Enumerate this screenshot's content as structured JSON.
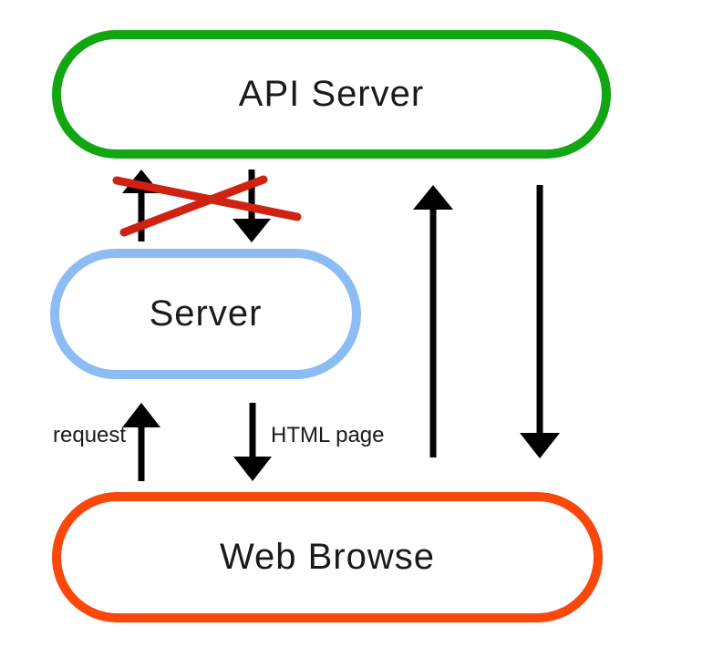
{
  "diagram": {
    "type": "architecture-flow",
    "nodes": [
      {
        "id": "api-server",
        "label": "API Server",
        "border_color": "#12a712",
        "shape": "pill"
      },
      {
        "id": "server",
        "label": "Server",
        "border_color": "#8cbcf4",
        "shape": "pill"
      },
      {
        "id": "web-browser",
        "label": "Web Browse",
        "border_color": "#fa470a",
        "shape": "pill"
      }
    ],
    "edges": [
      {
        "from": "Server",
        "to": "API Server",
        "direction": "up",
        "status": "crossed-out",
        "label": ""
      },
      {
        "from": "API Server",
        "to": "Server",
        "direction": "down",
        "status": "crossed-out",
        "label": ""
      },
      {
        "from": "Web Browse",
        "to": "Server",
        "direction": "up",
        "status": "normal",
        "label": "request"
      },
      {
        "from": "Server",
        "to": "Web Browse",
        "direction": "down",
        "status": "normal",
        "label": "HTML page"
      },
      {
        "from": "Web Browse",
        "to": "API Server",
        "direction": "up",
        "status": "normal",
        "label": ""
      },
      {
        "from": "API Server",
        "to": "Web Browse",
        "direction": "down",
        "status": "normal",
        "label": ""
      }
    ],
    "colors": {
      "arrow": "#000000",
      "cross_out": "#cf2213",
      "text": "#1a1a1a",
      "background": "#ffffff"
    }
  }
}
